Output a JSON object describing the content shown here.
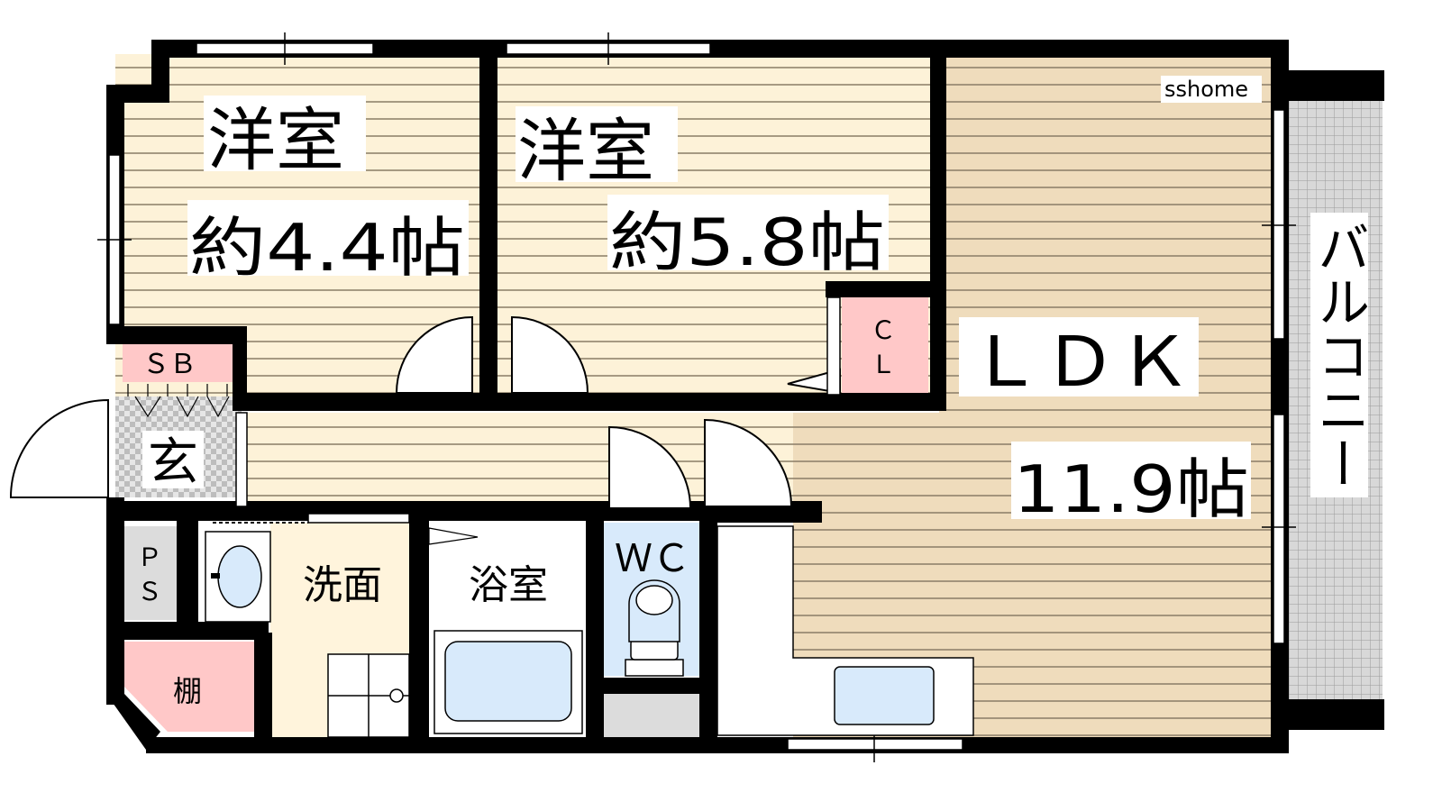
{
  "watermark": "sshome",
  "rooms": {
    "western_room_1": {
      "name": "洋室",
      "size": "約4.4帖"
    },
    "western_room_2": {
      "name": "洋室",
      "size": "約5.8帖"
    },
    "ldk": {
      "name": "ＬＤＫ",
      "size": "11.9帖"
    },
    "closet": {
      "name_line1": "Ｃ",
      "name_line2": "Ｌ"
    },
    "shoe_box": {
      "name": "ＳＢ"
    },
    "entrance": {
      "name": "玄"
    },
    "pipe_space": {
      "name_line1": "Ｐ",
      "name_line2": "Ｓ"
    },
    "shelf": {
      "name": "棚"
    },
    "washroom": {
      "name": "洗面"
    },
    "bathroom": {
      "name": "浴室"
    },
    "toilet": {
      "name": "ＷＣ"
    },
    "balcony": {
      "name": "バルコニー"
    }
  },
  "colors": {
    "wall": "#000000",
    "wood_floor_light": "#fdf2d8",
    "wood_floor_ldk": "#efdcbc",
    "floor_line": "#8a7d66",
    "storage_pink": "#ffc8c8",
    "water_blue": "#d8eafb",
    "tile_gray": "#dcdcdc",
    "washroom_floor": "#fff4dc",
    "balcony_grid": "#9a9a9a"
  }
}
